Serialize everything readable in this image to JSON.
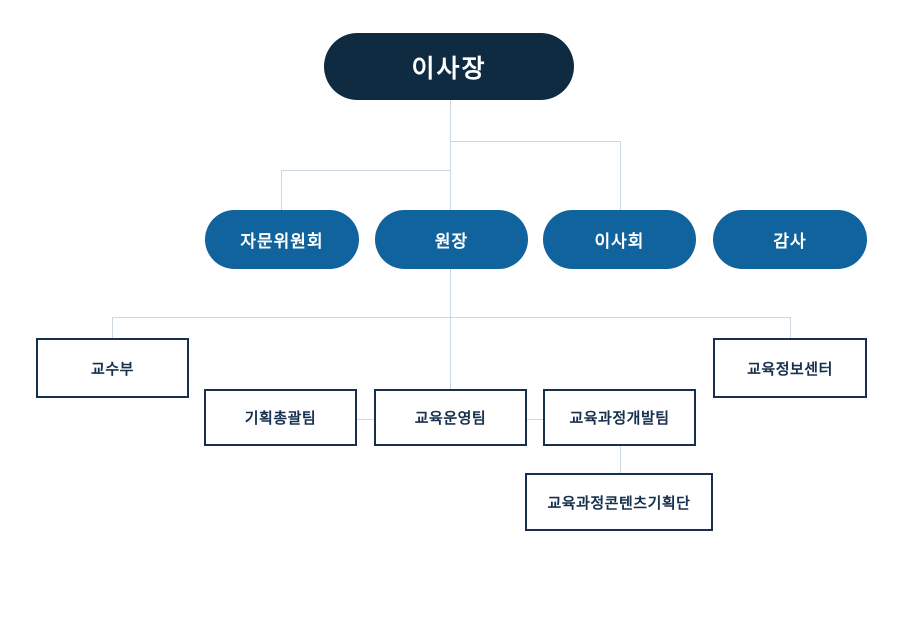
{
  "org": {
    "root": {
      "label": "이사장"
    },
    "level2": [
      {
        "label": "자문위원회"
      },
      {
        "label": "원장"
      },
      {
        "label": "이사회"
      },
      {
        "label": "감사"
      }
    ],
    "level3_upper": [
      {
        "label": "교수부"
      },
      {
        "label": "교육정보센터"
      }
    ],
    "level3_lower": [
      {
        "label": "기획총괄팀"
      },
      {
        "label": "교육운영팀"
      },
      {
        "label": "교육과정개발팀"
      }
    ],
    "level4": [
      {
        "label": "교육과정콘텐츠기획단"
      }
    ],
    "colors": {
      "root_fill": "#0f2b42",
      "pill_fill": "#11639e",
      "node_text": "#ffffff",
      "box_border": "#16304d",
      "box_text": "#16304d",
      "connector": "#ccd7e0"
    }
  }
}
